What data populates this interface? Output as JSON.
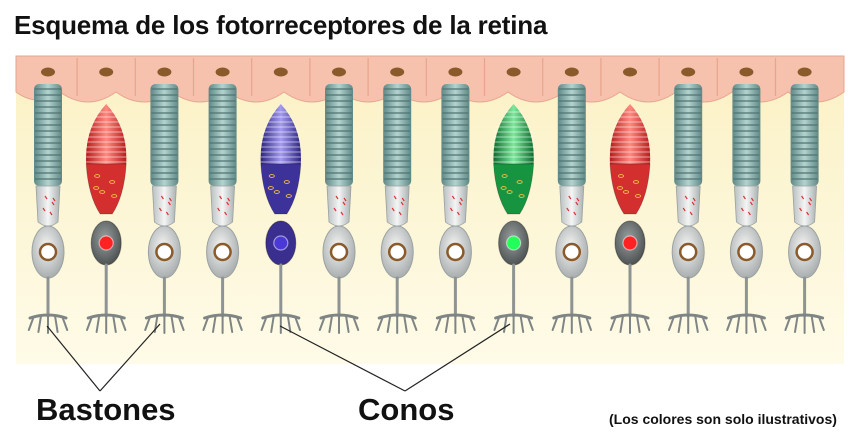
{
  "title": "Esquema de los fotorreceptores de la retina",
  "labels": {
    "rods": "Bastones",
    "cones": "Conos"
  },
  "note": "(Los colores son solo ilustrativos)",
  "cells": [
    {
      "type": "rod"
    },
    {
      "type": "cone",
      "color": "red"
    },
    {
      "type": "rod"
    },
    {
      "type": "rod"
    },
    {
      "type": "cone",
      "color": "blue"
    },
    {
      "type": "rod"
    },
    {
      "type": "rod"
    },
    {
      "type": "rod"
    },
    {
      "type": "cone",
      "color": "green"
    },
    {
      "type": "rod"
    },
    {
      "type": "cone",
      "color": "red"
    },
    {
      "type": "rod"
    },
    {
      "type": "rod"
    },
    {
      "type": "rod"
    }
  ],
  "colors": {
    "epithelium": "#f7c6b4",
    "background_top": "#fbf4c8",
    "background_bottom": "#fdfbe6",
    "rod_segment": "#7fa8a6",
    "rod_body": "#d8dcdc",
    "cone_red": "#e53935",
    "cone_blue": "#4a3fb0",
    "cone_green": "#1fa24a",
    "nucleus_ring": "#8a5a2b"
  }
}
